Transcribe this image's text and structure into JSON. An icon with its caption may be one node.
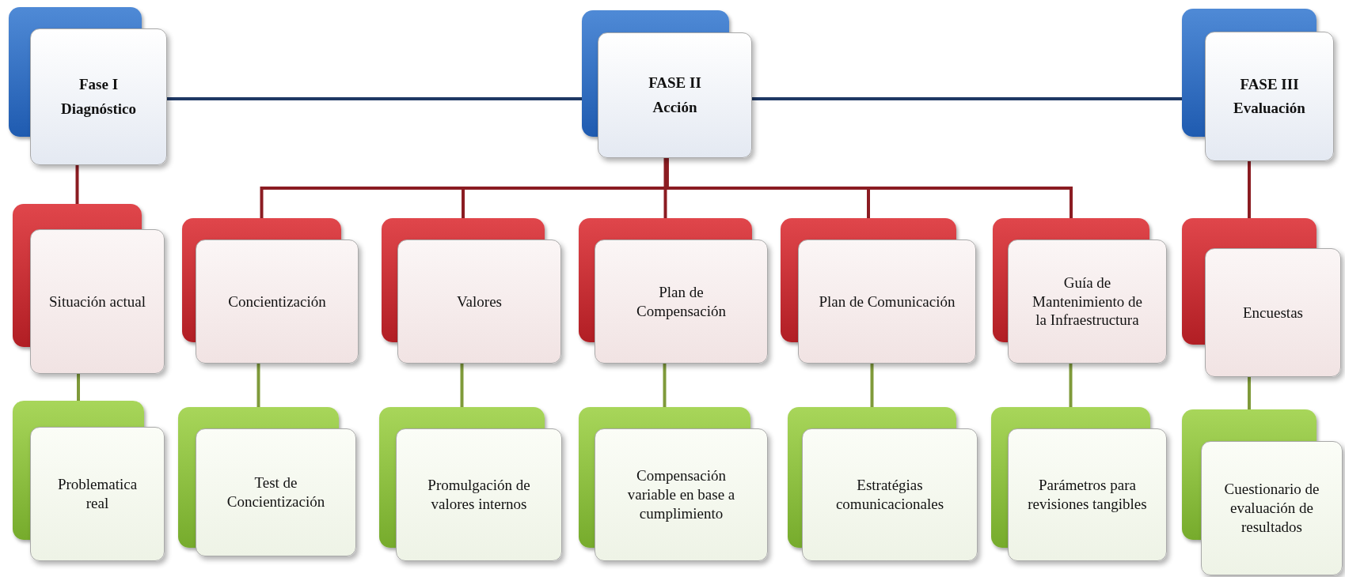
{
  "diagram": {
    "nodes": [
      {
        "text": [
          "Fase I",
          "Diagnóstico"
        ]
      },
      {
        "text": [
          "FASE II",
          "Acción"
        ]
      },
      {
        "text": [
          "FASE III",
          "Evaluación"
        ]
      },
      {
        "text": [
          "Situación actual"
        ]
      },
      {
        "text": [
          "Concientización"
        ]
      },
      {
        "text": [
          "Valores"
        ]
      },
      {
        "text": [
          "Plan de Compensación"
        ]
      },
      {
        "text": [
          "Plan de Comunicación"
        ]
      },
      {
        "text": [
          "Guía de Mantenimiento de la Infraestructura"
        ]
      },
      {
        "text": [
          "Encuestas"
        ]
      },
      {
        "text": [
          "Problematica real"
        ]
      },
      {
        "text": [
          "Test de Concientización"
        ]
      },
      {
        "text": [
          "Promulgación de valores internos"
        ]
      },
      {
        "text": [
          "Compensación variable en base a cumplimiento"
        ]
      },
      {
        "text": [
          "Estratégias comunicacionales"
        ]
      },
      {
        "text": [
          "Parámetros para revisiones tangibles"
        ]
      },
      {
        "text": [
          "Cuestionario de evaluación de resultados"
        ]
      }
    ],
    "edges": [
      {
        "from": 0,
        "to": 1,
        "arrow": "none",
        "color": "#1f3864"
      },
      {
        "from": 1,
        "to": 2,
        "arrow": "none",
        "color": "#1f3864"
      },
      {
        "from": 0,
        "to": 3,
        "arrow": "none",
        "color": "#8b1c22"
      },
      {
        "from": 1,
        "to": 4,
        "arrow": "none",
        "color": "#8b1c22"
      },
      {
        "from": 1,
        "to": 5,
        "arrow": "none",
        "color": "#8b1c22"
      },
      {
        "from": 1,
        "to": 6,
        "arrow": "none",
        "color": "#8b1c22"
      },
      {
        "from": 1,
        "to": 7,
        "arrow": "none",
        "color": "#8b1c22"
      },
      {
        "from": 1,
        "to": 8,
        "arrow": "none",
        "color": "#8b1c22"
      },
      {
        "from": 2,
        "to": 9,
        "arrow": "none",
        "color": "#8b1c22"
      },
      {
        "from": 3,
        "to": 10,
        "arrow": "none",
        "color": "#7f9a3a"
      },
      {
        "from": 4,
        "to": 11,
        "arrow": "none",
        "color": "#7f9a3a"
      },
      {
        "from": 5,
        "to": 12,
        "arrow": "none",
        "color": "#7f9a3a"
      },
      {
        "from": 6,
        "to": 13,
        "arrow": "none",
        "color": "#7f9a3a"
      },
      {
        "from": 7,
        "to": 14,
        "arrow": "none",
        "color": "#7f9a3a"
      },
      {
        "from": 8,
        "to": 15,
        "arrow": "none",
        "color": "#7f9a3a"
      },
      {
        "from": 9,
        "to": 16,
        "arrow": "none",
        "color": "#7f9a3a"
      }
    ]
  }
}
